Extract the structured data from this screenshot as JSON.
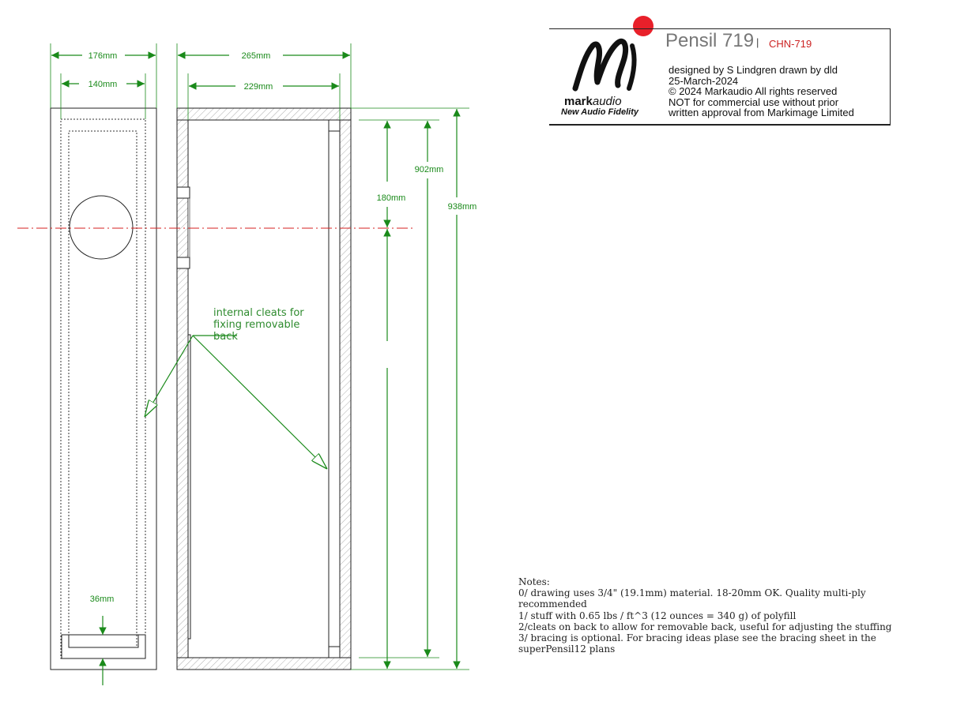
{
  "title_block": {
    "title": "Pensil 719",
    "separator": "|",
    "code": "CHN-719",
    "designer": "designed by S Lindgren drawn by dld",
    "date": "25-March-2024",
    "copyright": "© 2024 Markaudio All rights reserved",
    "restriction_1": "NOT for commercial use without prior",
    "restriction_2": "written approval from Markimage Limited",
    "logo_brand_bold": "mark",
    "logo_brand_light": "audio",
    "logo_tagline": "New Audio Fidelity",
    "logo_accent_color": "#e8202a"
  },
  "dimensions": {
    "front_outer_width": "176mm",
    "front_inner_width": "140mm",
    "side_outer_depth": "265mm",
    "side_inner_depth": "229mm",
    "driver_height": "180mm",
    "internal_height": "902mm",
    "outer_height": "938mm",
    "port_height": "36mm"
  },
  "annotation": {
    "line_1": "internal cleats for",
    "line_2": "fixing removable",
    "line_3": "back"
  },
  "notes": {
    "heading": "Notes:",
    "items": [
      "0/ drawing uses 3/4\" (19.1mm) material. 18-20mm OK.  Quality multi-ply recommended",
      "1/ stuff with 0.65 lbs / ft^3 (12 ounces = 340 g) of polyfill",
      "2/cleats on back to allow for removable back, useful for adjusting the stuffing",
      "3/ bracing is optional. For bracing ideas plase see the bracing sheet in the superPensil12 plans"
    ]
  },
  "colors": {
    "dimension_green": "#1a8a1a",
    "centerline_red": "#d42020",
    "outline": "#222222",
    "code_red": "#cc2222"
  }
}
